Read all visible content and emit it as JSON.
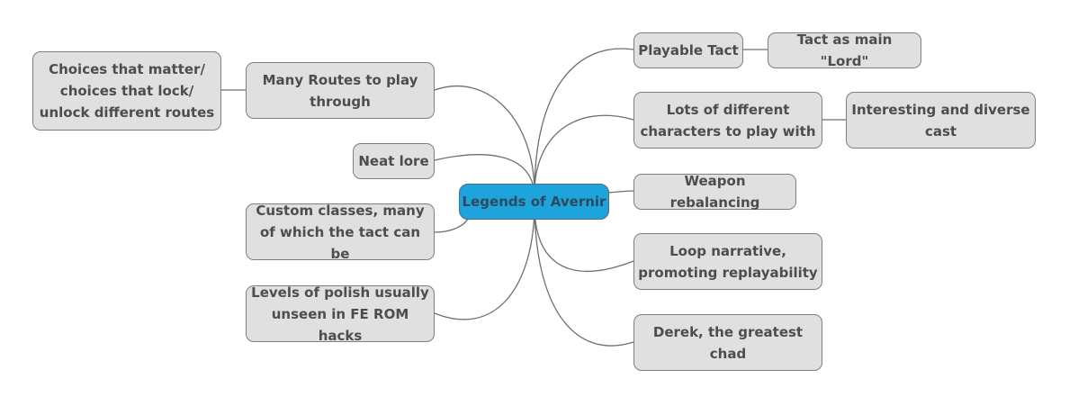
{
  "diagram": {
    "root": "Legends of Avernir",
    "left": [
      {
        "label": "Many Routes to play through",
        "child": "Choices that matter/ choices that lock/ unlock different routes"
      },
      {
        "label": "Neat lore"
      },
      {
        "label": "Custom classes, many of which the tact can be"
      },
      {
        "label": "Levels of polish usually unseen in FE ROM hacks"
      }
    ],
    "right": [
      {
        "label": "Playable Tact",
        "child": "Tact as main \"Lord\""
      },
      {
        "label": "Lots of different characters to play with",
        "child": "Interesting and diverse cast"
      },
      {
        "label": "Weapon rebalancing"
      },
      {
        "label": "Loop narrative, promoting replayability"
      },
      {
        "label": "Derek, the greatest chad"
      }
    ]
  },
  "colors": {
    "root_fill": "#1ea4dc",
    "node_fill": "#e0e0e0",
    "line": "#6f6f6f"
  }
}
